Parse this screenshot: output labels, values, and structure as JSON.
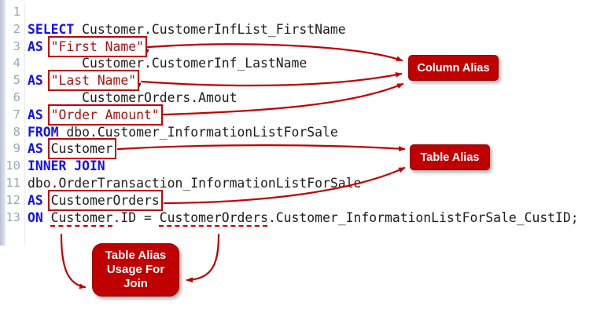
{
  "editor": {
    "gutter_numbers": [
      "1",
      "2",
      "3",
      "4",
      "5",
      "6",
      "7",
      "8",
      "9",
      "10",
      "11",
      "12",
      "13"
    ],
    "code_lines": [
      {
        "num": "1",
        "tokens": []
      },
      {
        "num": "2",
        "tokens": [
          {
            "s": "kw",
            "v": "SELECT "
          },
          {
            "s": "id",
            "v": "Customer.CustomerInfList_FirstName"
          }
        ]
      },
      {
        "num": "3",
        "tokens": [
          {
            "s": "kw",
            "v": "AS "
          },
          {
            "s": "box-str",
            "v": "\"First Name\""
          },
          {
            "s": "id",
            "v": ","
          }
        ]
      },
      {
        "num": "4",
        "tokens": [
          {
            "s": "id",
            "v": "       Customer.CustomerInf_LastName"
          }
        ]
      },
      {
        "num": "5",
        "tokens": [
          {
            "s": "kw",
            "v": "AS "
          },
          {
            "s": "box-str",
            "v": "\"Last Name\""
          },
          {
            "s": "id",
            "v": ","
          }
        ]
      },
      {
        "num": "6",
        "tokens": [
          {
            "s": "id",
            "v": "       CustomerOrders.Amout"
          }
        ]
      },
      {
        "num": "7",
        "tokens": [
          {
            "s": "kw",
            "v": "AS "
          },
          {
            "s": "box-str",
            "v": "\"Order Amount\""
          }
        ]
      },
      {
        "num": "8",
        "tokens": [
          {
            "s": "kw",
            "v": "FROM "
          },
          {
            "s": "id",
            "v": "dbo.Customer_InformationListForSale"
          }
        ]
      },
      {
        "num": "9",
        "tokens": [
          {
            "s": "kw",
            "v": "AS "
          },
          {
            "s": "box-id",
            "v": "Customer"
          }
        ]
      },
      {
        "num": "10",
        "tokens": [
          {
            "s": "kw",
            "v": "INNER JOIN"
          }
        ]
      },
      {
        "num": "11",
        "tokens": [
          {
            "s": "id",
            "v": "dbo.OrderTransaction_InformationListForSale"
          }
        ]
      },
      {
        "num": "12",
        "tokens": [
          {
            "s": "kw",
            "v": "AS "
          },
          {
            "s": "box-id",
            "v": "CustomerOrders"
          }
        ]
      },
      {
        "num": "13",
        "tokens": [
          {
            "s": "kw",
            "v": "ON "
          },
          {
            "s": "dash-id",
            "v": "Customer"
          },
          {
            "s": "id",
            "v": ".ID = "
          },
          {
            "s": "dash-id",
            "v": "CustomerOrders"
          },
          {
            "s": "id",
            "v": ".Customer_InformationListForSale_CustID;"
          }
        ]
      }
    ],
    "syntax_colors": {
      "keyword": "#1111ee",
      "string": "#a31515",
      "identifier": "#1d1d1d",
      "line_number": "#9ba7b6",
      "annotation_red": "#c00000"
    }
  },
  "annotations": {
    "column_alias_label": "Column Alias",
    "table_alias_label": "Table Alias",
    "join_label": "Table Alias\nUsage For\nJoin"
  }
}
